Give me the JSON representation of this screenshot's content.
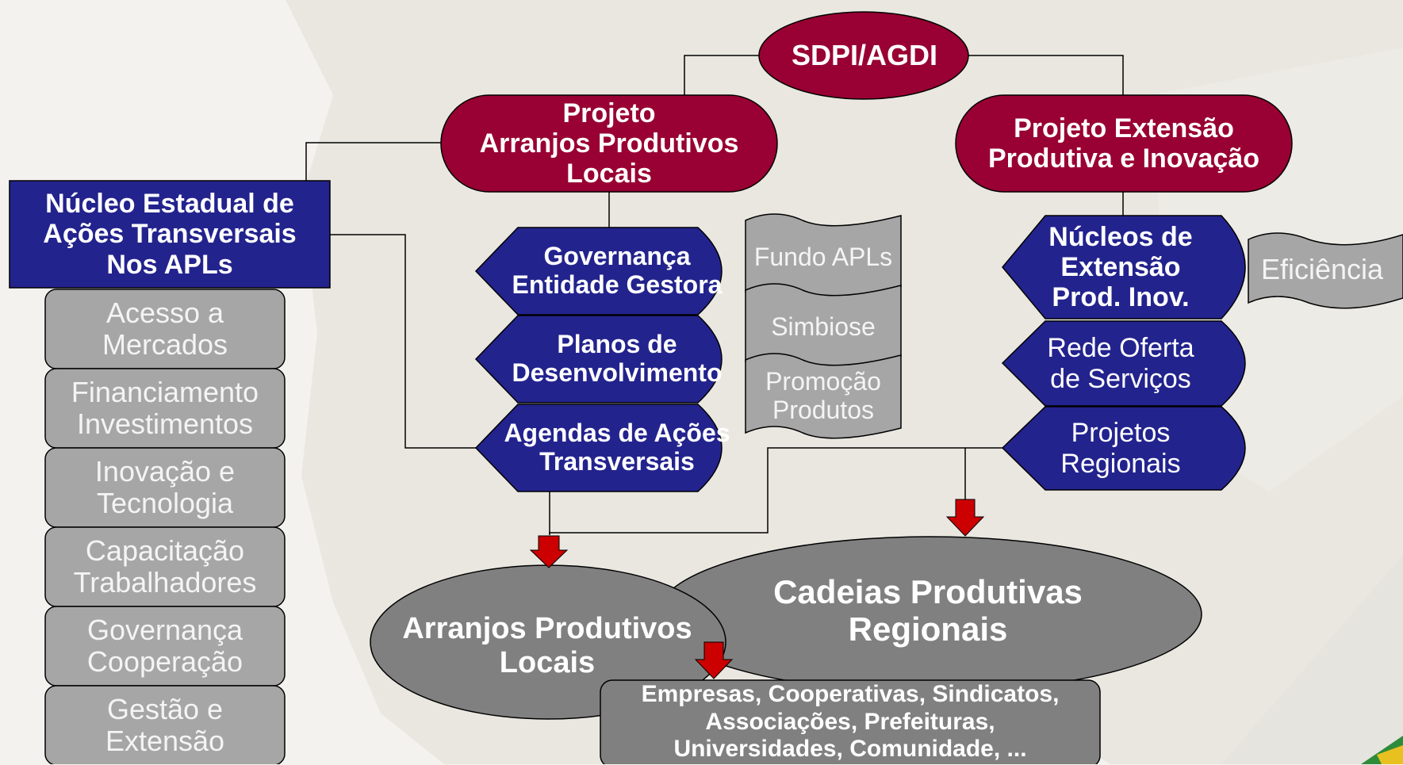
{
  "colors": {
    "top_fill": "#990033",
    "blue_fill": "#23238e",
    "grey_fill": "#a6a6a6",
    "dark_grey_fill": "#808080",
    "arrow_red": "#cc0000",
    "background": "#f3f2ee"
  },
  "root": "SDPI/AGDI",
  "project_apl": [
    "Projeto",
    "Arranjos Produtivos",
    "Locais"
  ],
  "project_ext": [
    "Projeto Extensão",
    "Produtiva e Inovação"
  ],
  "nucleo": [
    "Núcleo Estadual de",
    "Ações Transversais",
    "Nos APLs"
  ],
  "left_items": [
    [
      "Acesso a",
      "Mercados"
    ],
    [
      "Financiamento",
      "Investimentos"
    ],
    [
      "Inovação e",
      "Tecnologia"
    ],
    [
      "Capacitação",
      "Trabalhadores"
    ],
    [
      "Governança",
      "Cooperação"
    ],
    [
      "Gestão e",
      "Extensão"
    ]
  ],
  "apl_items": [
    [
      "Governança",
      "Entidade Gestora"
    ],
    [
      "Planos de",
      "Desenvolvimento"
    ],
    [
      "Agendas de Ações",
      "Transversais"
    ]
  ],
  "apl_docs": [
    "Fundo APLs",
    "Simbiose",
    [
      "Promoção",
      "Produtos"
    ]
  ],
  "ext_items": [
    [
      "Núcleos de",
      "Extensão",
      "Prod. Inov."
    ],
    [
      "Rede Oferta",
      "de Serviços"
    ],
    [
      "Projetos",
      "Regionais"
    ]
  ],
  "ext_doc": "Eficiência",
  "cadeias": [
    "Cadeias Produtivas",
    "Regionais"
  ],
  "arranjos": [
    "Arranjos Produtivos",
    "Locais"
  ],
  "empresas": [
    "Empresas, Cooperativas, Sindicatos,",
    "Associações, Prefeituras,",
    "Universidades, Comunidade, ..."
  ]
}
